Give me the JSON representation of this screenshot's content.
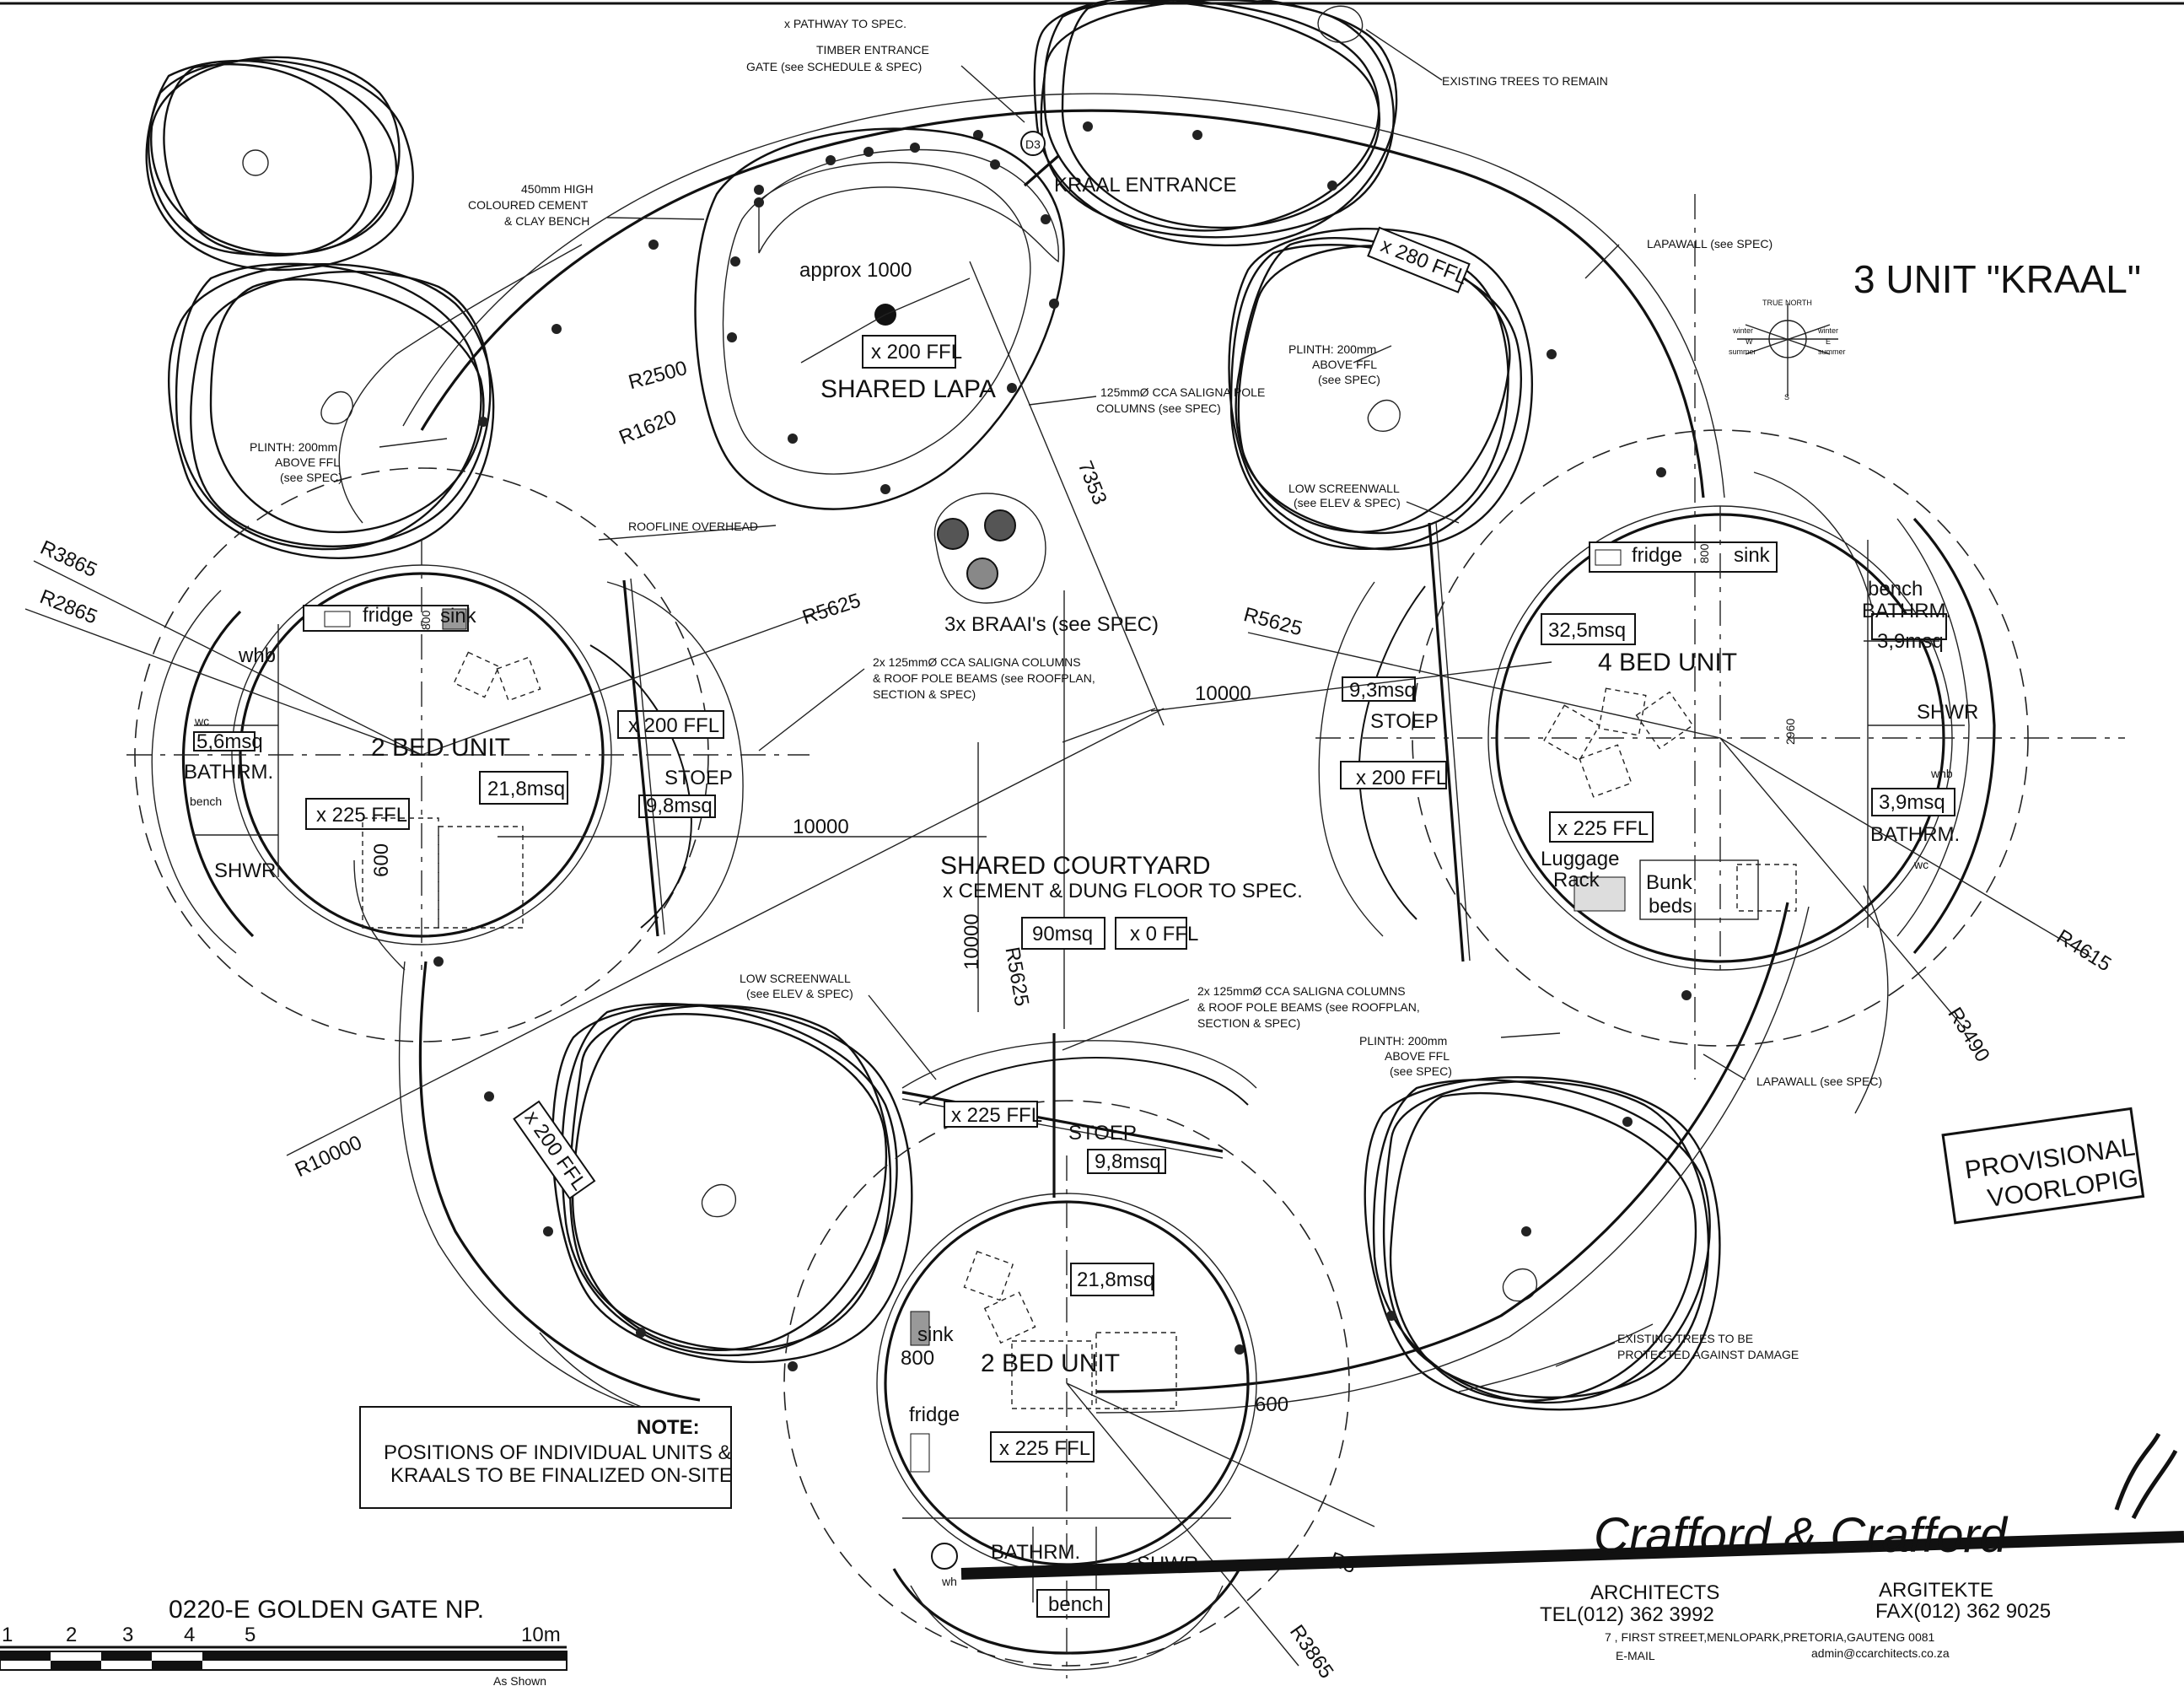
{
  "title": "3 UNIT \"KRAAL\"",
  "project": "0220-E GOLDEN GATE NP.",
  "scale": {
    "ticks": [
      "1",
      "2",
      "3",
      "4",
      "5",
      "10m"
    ],
    "note": "As Shown"
  },
  "stamp": [
    "PROVISIONAL",
    "VOORLOPIG"
  ],
  "note": {
    "heading": "NOTE:",
    "lines": [
      "POSITIONS OF INDIVIDUAL UNITS &",
      "KRAALS TO BE FINALIZED ON-SITE"
    ]
  },
  "firm": {
    "name": "Crafford & Crafford",
    "architects": "ARCHITECTS",
    "argitekte": "ARGITEKTE",
    "tel": "TEL(012) 362 3992",
    "fax": "FAX(012) 362 9025",
    "address": "7 , FIRST STREET,MENLOPARK,PRETORIA,GAUTENG 0081",
    "email_label": "E-MAIL",
    "email": "admin@ccarchitects.co.za"
  },
  "compass": {
    "label": "TRUE NORTH",
    "winter_w": "winter",
    "winter_e": "winter",
    "summer_w": "summer",
    "summer_e": "summer",
    "w": "W",
    "e": "E",
    "s": "S"
  },
  "callouts": {
    "pathway": "x PATHWAY TO SPEC.",
    "gate1": "TIMBER ENTRANCE",
    "gate2": "GATE (see SCHEDULE & SPEC)",
    "trees_remain": "EXISTING TREES TO REMAIN",
    "bench1": "450mm HIGH",
    "bench2": "COLOURED CEMENT",
    "bench3": "& CLAY BENCH",
    "d3": "D3",
    "kraal_entrance": "KRAAL ENTRANCE",
    "lapawall_top": "LAPAWALL (see SPEC)",
    "approx": "approx 1000",
    "lapa_ffl": "x 200 FFL",
    "shared_lapa": "SHARED LAPA",
    "r2500": "R2500",
    "r1620": "R1620",
    "pole1": "125mmØ CCA SALIGNA POLE",
    "pole2": "COLUMNS (see SPEC)",
    "plinth_ne1": "PLINTH: 200mm",
    "plinth_ne2": "ABOVE FFL",
    "plinth_ne3": "(see SPEC)",
    "plinth_w1": "PLINTH: 200mm",
    "plinth_w2": "ABOVE FFL",
    "plinth_w3": "(see SPEC)",
    "ffl_280": "x 280 FFL",
    "low_screen_ne1": "LOW SCREENWALL",
    "low_screen_ne2": "(see ELEV & SPEC)",
    "roofline": "ROOFLINE OVERHEAD",
    "dim_7353": "7353",
    "braai": "3x BRAAI's (see SPEC)",
    "r3865_w": "R3865",
    "r2865_w": "R2865",
    "r5625_w": "R5625",
    "r5625_e": "R5625",
    "cols_w1": "2x 125mmØ CCA SALIGNA COLUMNS",
    "cols_w2": "& ROOF POLE BEAMS (see ROOFPLAN,",
    "cols_w3": "SECTION & SPEC)",
    "dim_10000_e": "10000",
    "dim_10000_w": "10000",
    "dim_10000_v": "10000",
    "r5625_v": "R5625",
    "shared_courtyard": "SHARED COURTYARD",
    "courtyard_floor": "x CEMENT & DUNG FLOOR TO SPEC.",
    "courtyard_area": "90msq",
    "courtyard_ffl": "x 0 FFL",
    "low_screen_s1": "LOW SCREENWALL",
    "low_screen_s2": "(see ELEV & SPEC)",
    "cols_s1": "2x 125mmØ CCA SALIGNA COLUMNS",
    "cols_s2": "& ROOF POLE BEAMS (see ROOFPLAN,",
    "cols_s3": "SECTION & SPEC)",
    "plinth_se1": "PLINTH: 200mm",
    "plinth_se2": "ABOVE FFL",
    "plinth_se3": "(see SPEC)",
    "lapawall_se": "LAPAWALL (see SPEC)",
    "r4615": "R4615",
    "r3490": "R3490",
    "r10000": "R10000",
    "ffl_200_sw": "x 200 FFL",
    "trees_protect1": "EXISTING TREES TO BE",
    "trees_protect2": "PROTECTED AGAINST DAMAGE",
    "r3865_s": "R3865",
    "r3_s": "R3"
  },
  "unit_west": {
    "title": "2 BED UNIT",
    "area": "21,8msq",
    "ffl": "x 225 FFL",
    "fridge": "fridge",
    "sink": "sink",
    "w800": "800",
    "w600": "600",
    "whb": "whb",
    "wc": "wc",
    "bath_area": "5,6msq",
    "bathrm": "BATHRM.",
    "bench": "bench",
    "shwr": "SHWR",
    "stoep_ffl": "x 200 FFL",
    "stoep": "STOEP",
    "stoep_area": "9,8msq"
  },
  "unit_east": {
    "title": "4 BED UNIT",
    "area": "32,5msq",
    "ffl": "x 225 FFL",
    "fridge": "fridge",
    "sink": "sink",
    "w800": "800",
    "bench": "bench",
    "bathrm_top": "BATHRM.",
    "bath_top_area": "3,9msq",
    "shwr": "SHWR",
    "whb": "whb",
    "bath_bot_area": "3,9msq",
    "bathrm_bot": "BATHRM.",
    "wc": "wc",
    "d2960": "2960",
    "luggage1": "Luggage",
    "luggage2": "Rack",
    "bunk1": "Bunk",
    "bunk2": "beds",
    "stoep_area": "9,3msq",
    "stoep": "STOEP",
    "stoep_ffl": "x 200 FFL"
  },
  "unit_south": {
    "title": "2 BED UNIT",
    "area": "21,8msq",
    "ffl": "x 225 FFL",
    "sink": "sink",
    "w800": "800",
    "fridge": "fridge",
    "w600": "600",
    "stoep_ffl": "x 225 FFL",
    "stoep": "STOEP",
    "stoep_area": "9,8msq",
    "bathrm": "BATHRM.",
    "wh": "wh",
    "shwr": "SHWR",
    "bench": "bench"
  }
}
